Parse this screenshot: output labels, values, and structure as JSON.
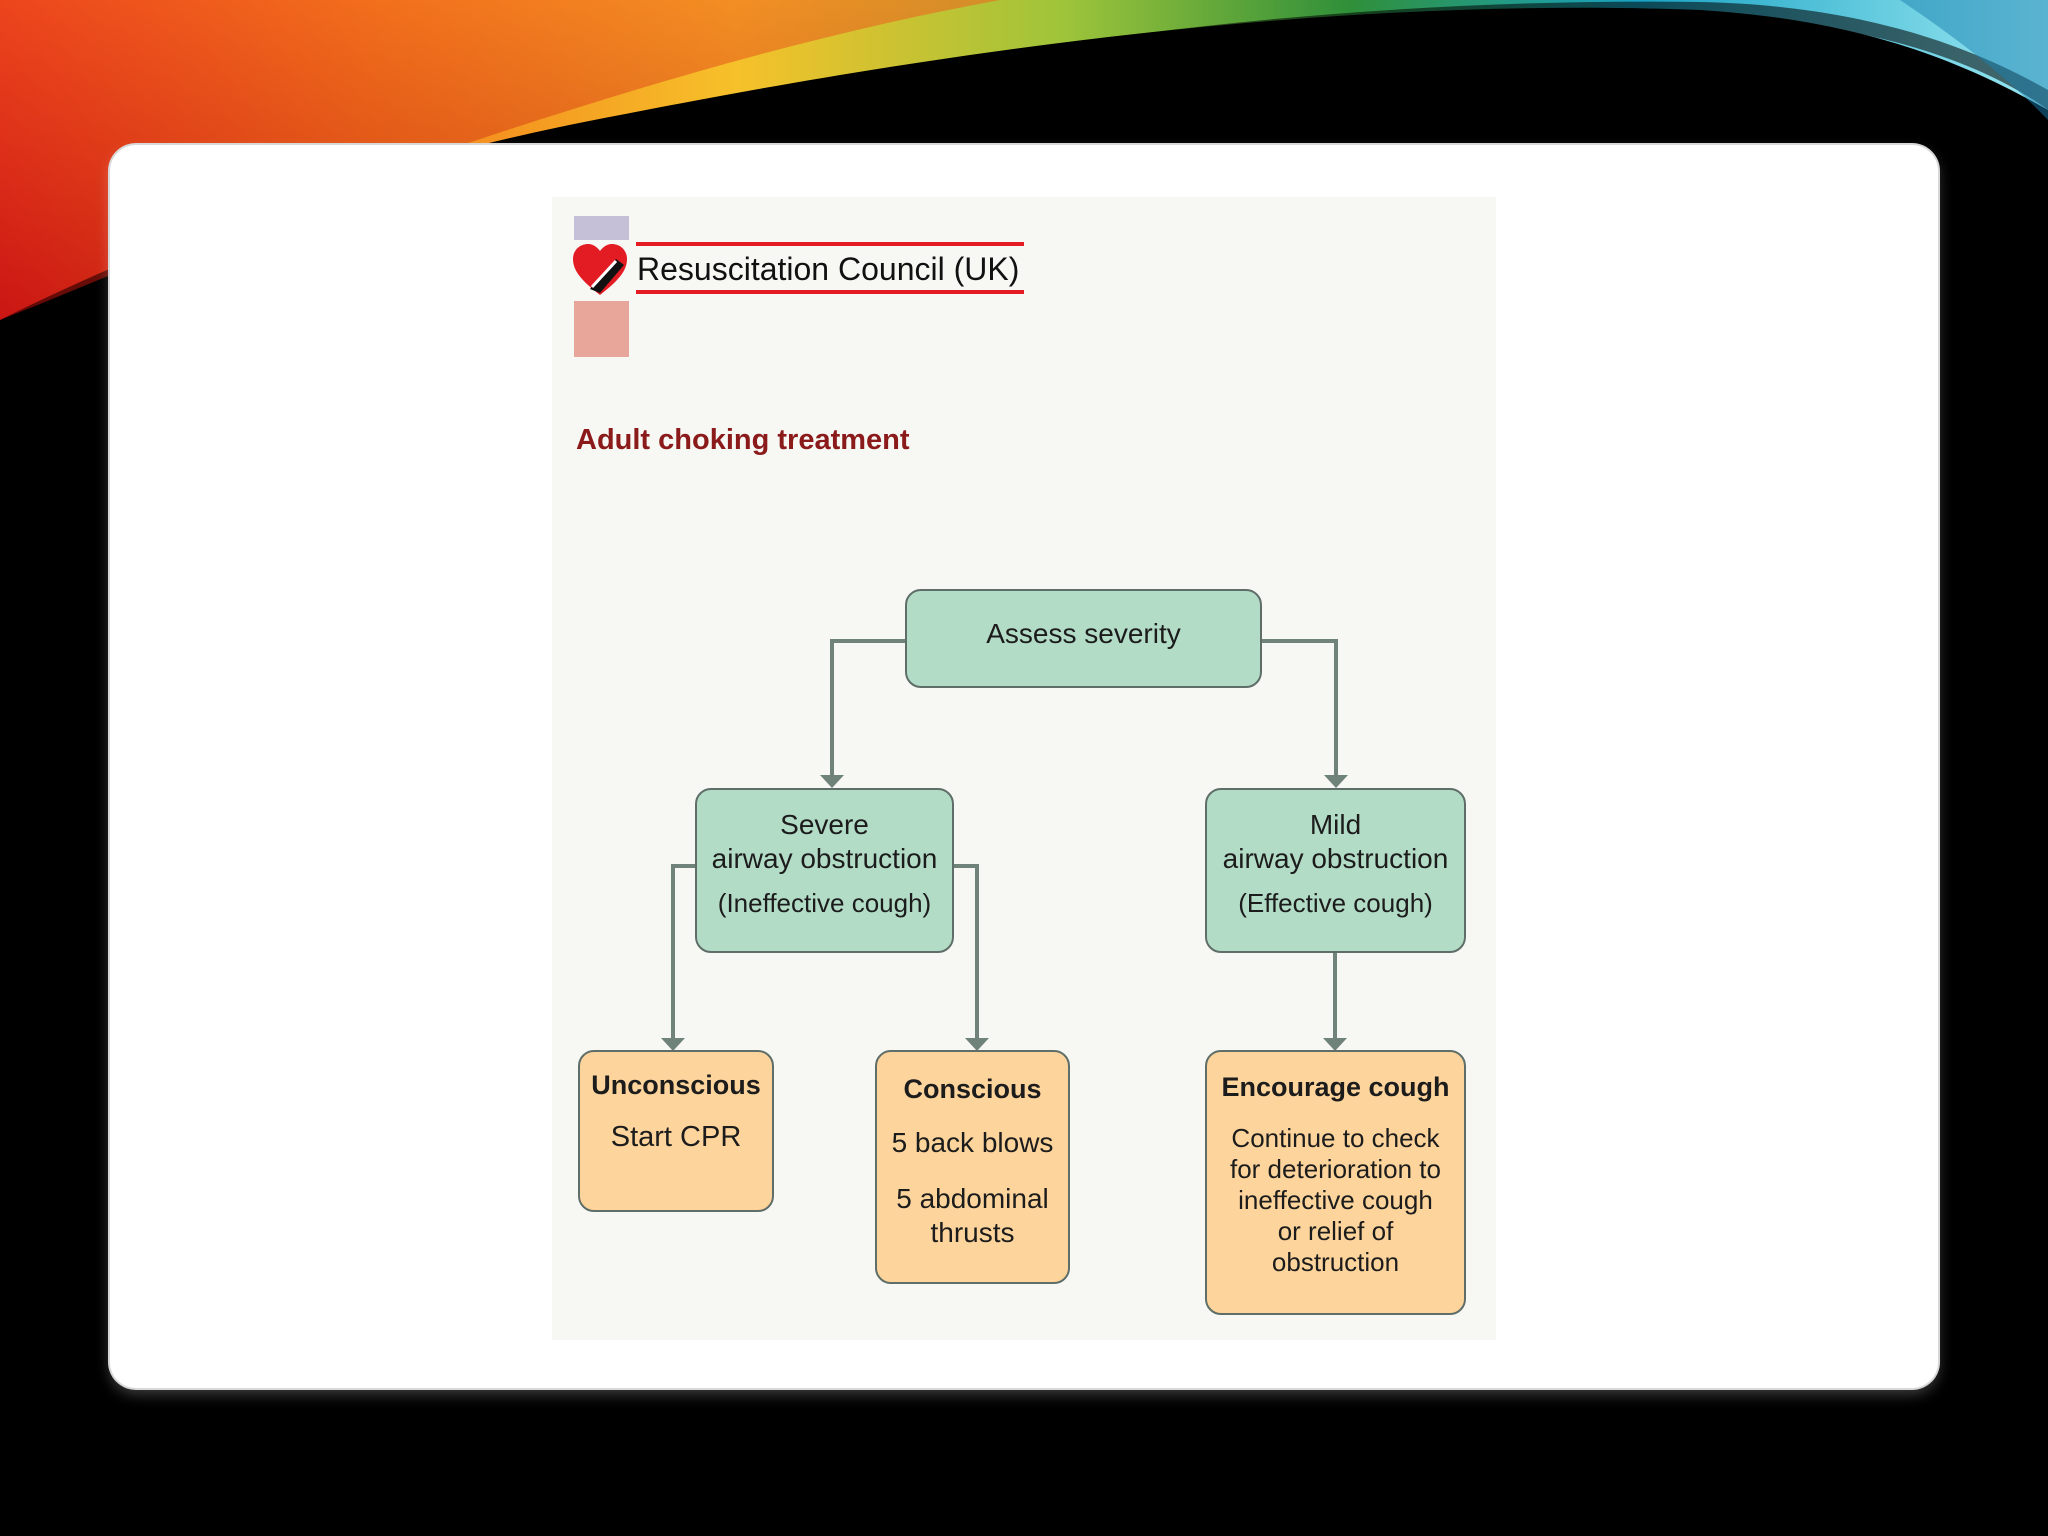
{
  "colors": {
    "background": "#000000",
    "card": "#ffffff",
    "panel": "#f7f7f4",
    "org_rule": "#e31b23",
    "title": "#8b1a1a",
    "assess_fill": "#b3dcc7",
    "action_fill": "#fdd59c",
    "connector": "#6f837b"
  },
  "icons": [
    "heart-logo-icon"
  ],
  "header": {
    "org_name": "Resuscitation Council (UK)"
  },
  "title": "Adult choking treatment",
  "nodes": {
    "assess": {
      "label": "Assess severity"
    },
    "severe": {
      "line1": "Severe",
      "line2": "airway obstruction",
      "note": "(Ineffective cough)"
    },
    "mild": {
      "line1": "Mild",
      "line2": "airway obstruction",
      "note": "(Effective cough)"
    },
    "unconscious": {
      "heading": "Unconscious",
      "action": "Start CPR"
    },
    "conscious": {
      "heading": "Conscious",
      "action1": "5 back blows",
      "action2_line1": "5 abdominal",
      "action2_line2": "thrusts"
    },
    "encourage": {
      "heading": "Encourage cough",
      "lines": [
        "Continue to check",
        "for deterioration to",
        "ineffective cough",
        "or relief of",
        "obstruction"
      ]
    }
  },
  "edges": [
    {
      "from": "Assess severity",
      "to": "Severe airway obstruction"
    },
    {
      "from": "Assess severity",
      "to": "Mild airway obstruction"
    },
    {
      "from": "Severe airway obstruction",
      "to": "Unconscious"
    },
    {
      "from": "Severe airway obstruction",
      "to": "Conscious"
    },
    {
      "from": "Mild airway obstruction",
      "to": "Encourage cough"
    }
  ]
}
